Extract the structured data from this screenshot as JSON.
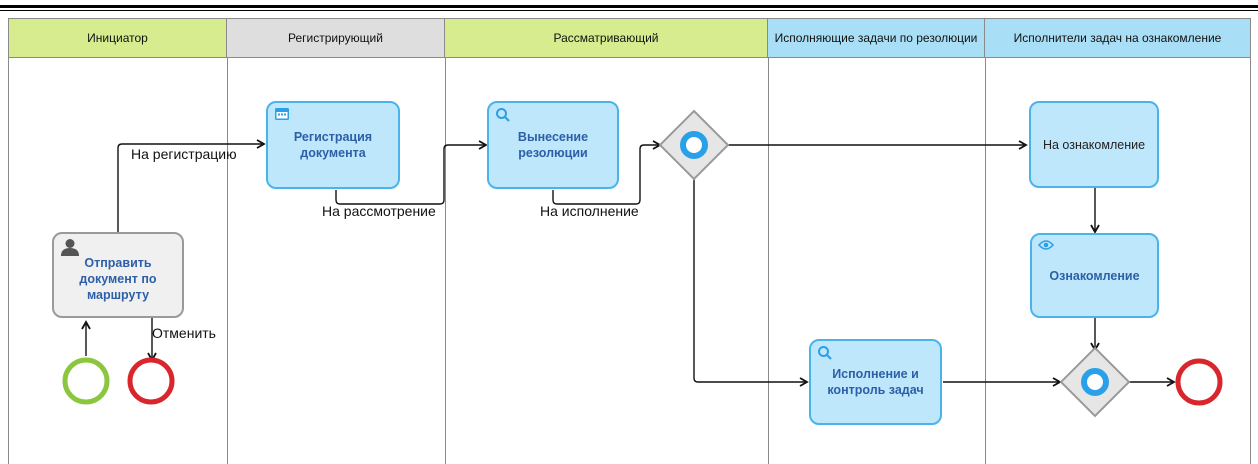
{
  "lanes": [
    {
      "id": "initiator",
      "label": "Инициатор",
      "color": "#d6ec8e"
    },
    {
      "id": "registrar",
      "label": "Регистрирующий",
      "color": "#dedede"
    },
    {
      "id": "reviewer",
      "label": "Рассматривающий",
      "color": "#d6ec8e"
    },
    {
      "id": "executors",
      "label": "Исполняющие задачи по резолюции",
      "color": "#a9dff6"
    },
    {
      "id": "readers",
      "label": "Исполнители задач на ознакомление",
      "color": "#a9dff6"
    }
  ],
  "tasks": {
    "send_doc": {
      "label": "Отправить документ по маршруту",
      "icon": "user-icon"
    },
    "register_doc": {
      "label": "Регистрация документа",
      "icon": "calendar-icon"
    },
    "resolution": {
      "label": "Вынесение резолюции",
      "icon": "search-icon"
    },
    "execution": {
      "label": "Исполнение и контроль задач",
      "icon": "search-icon"
    },
    "for_review": {
      "label": "На ознакомление",
      "icon": ""
    },
    "familiarization": {
      "label": "Ознакомление",
      "icon": "eye-icon"
    }
  },
  "flow_labels": {
    "to_registration": "На регистрацию",
    "to_review": "На рассмотрение",
    "to_execution": "На исполнение",
    "cancel": "Отменить"
  },
  "colors": {
    "task_fill": "#bfe7fb",
    "task_border": "#49b4ec",
    "start_event": "#8cc63f",
    "end_event": "#d9262c",
    "gateway_fill": "#e6e6e6",
    "gateway_marker": "#2aa0e8"
  }
}
